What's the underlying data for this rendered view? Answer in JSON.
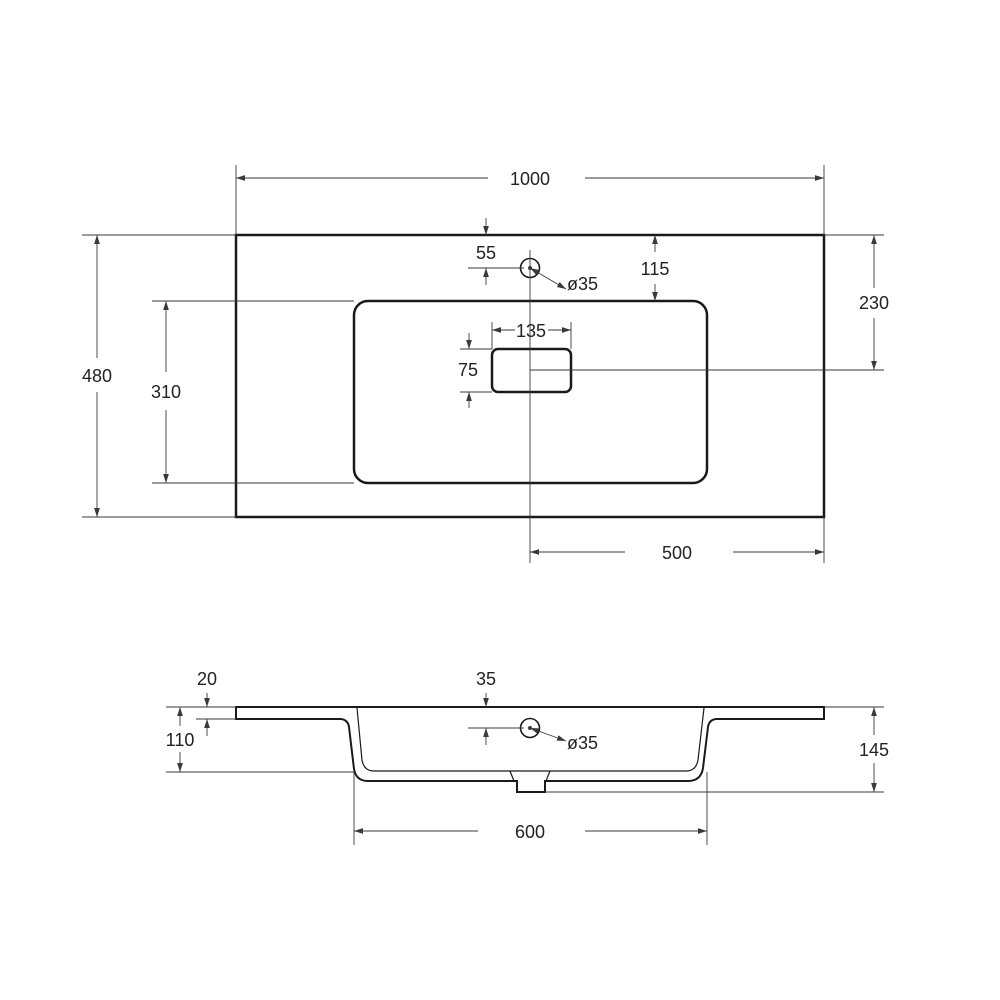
{
  "colors": {
    "outline": "#1a1a1a",
    "dimension": "#3a3a3a",
    "background": "#ffffff"
  },
  "top_view": {
    "overall_width": "1000",
    "overall_depth": "480",
    "tap_hole_offset": "55",
    "tap_hole_diameter": "ø35",
    "tap_to_bowl": "115",
    "centerline_depth": "230",
    "drain_width": "135",
    "drain_height": "75",
    "bowl_depth": "310",
    "half_width": "500"
  },
  "side_view": {
    "slab_thickness": "20",
    "bowl_height": "110",
    "tap_offset": "35",
    "tap_hole_diameter": "ø35",
    "total_height": "145",
    "bowl_width": "600"
  }
}
